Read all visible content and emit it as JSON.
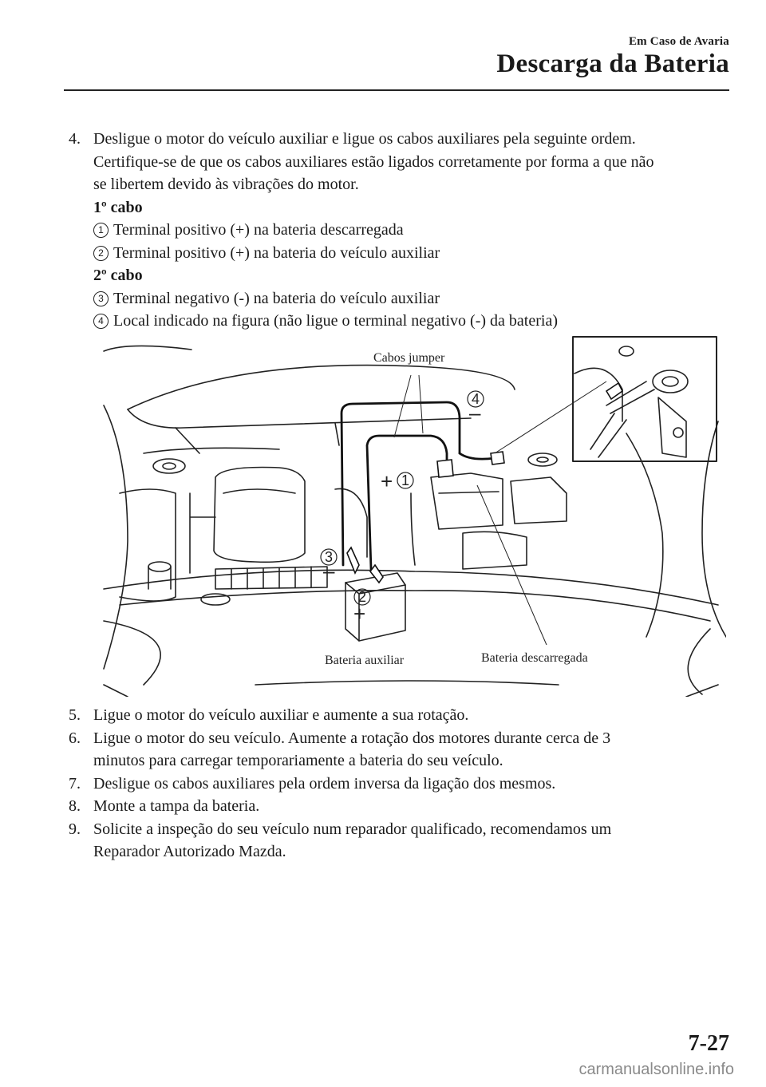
{
  "header": {
    "section": "Em Caso de Avaria",
    "title": "Descarga da Bateria"
  },
  "step4": {
    "number": "4.",
    "line1": "Desligue o motor do veículo auxiliar e ligue os cabos auxiliares pela seguinte ordem.",
    "line2": "Certifique-se de que os cabos auxiliares estão ligados corretamente por forma a que não",
    "line3": "se libertem devido às vibrações do motor.",
    "cable1_heading": "1º cabo",
    "cable2_heading": "2º cabo",
    "points": [
      {
        "marker": "1",
        "text": "Terminal positivo (+) na bateria descarregada"
      },
      {
        "marker": "2",
        "text": "Terminal positivo (+) na bateria do veículo auxiliar"
      },
      {
        "marker": "3",
        "text": "Terminal negativo (-) na bateria do veículo auxiliar"
      },
      {
        "marker": "4",
        "text": "Local indicado na figura (não ligue o terminal negativo (-) da bateria)"
      }
    ]
  },
  "figure": {
    "label_cables": "Cabos jumper",
    "label_aux_battery": "Bateria auxiliar",
    "label_dead_battery": "Bateria descarregada",
    "markers": [
      "1",
      "2",
      "3",
      "4"
    ],
    "signs": {
      "plus": "+",
      "minus": "–"
    }
  },
  "steps": [
    {
      "number": "5.",
      "lines": [
        "Ligue o motor do veículo auxiliar e aumente a sua rotação."
      ]
    },
    {
      "number": "6.",
      "lines": [
        "Ligue o motor do seu veículo. Aumente a rotação dos motores durante cerca de 3",
        "minutos para carregar temporariamente a bateria do seu veículo."
      ]
    },
    {
      "number": "7.",
      "lines": [
        "Desligue os cabos auxiliares pela ordem inversa da ligação dos mesmos."
      ]
    },
    {
      "number": "8.",
      "lines": [
        "Monte a tampa da bateria."
      ]
    },
    {
      "number": "9.",
      "lines": [
        "Solicite a inspeção do seu veículo num reparador qualificado, recomendamos um",
        "Reparador Autorizado Mazda."
      ]
    }
  ],
  "footer": {
    "page_number": "7-27",
    "watermark": "carmanualsonline.info"
  }
}
